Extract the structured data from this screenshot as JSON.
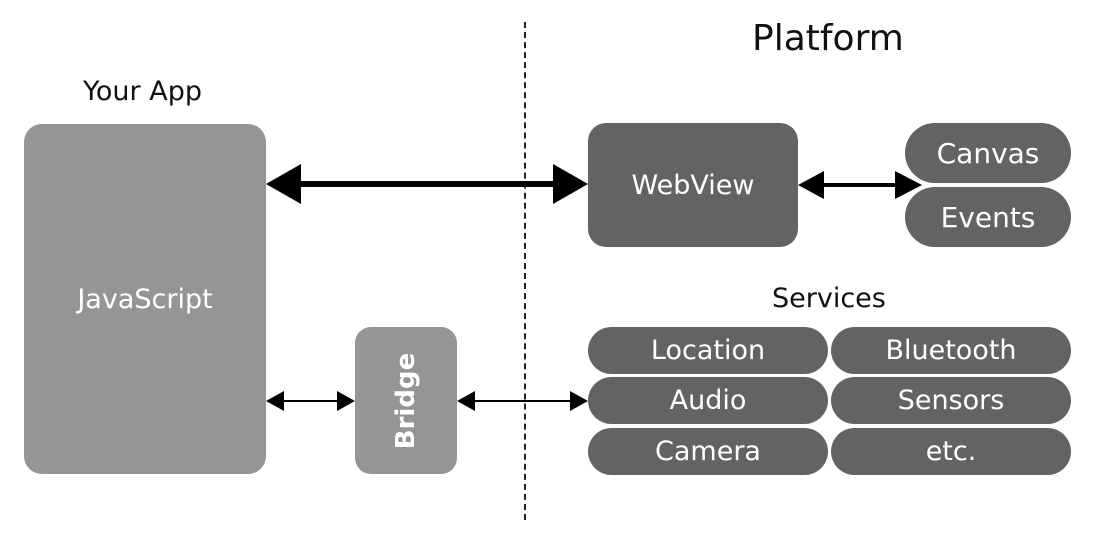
{
  "platform_title": "Platform",
  "app_title": "Your App",
  "javascript_label": "JavaScript",
  "bridge_label": "Bridge",
  "webview_label": "WebView",
  "webview_children": [
    "Canvas",
    "Events"
  ],
  "services_title": "Services",
  "services": [
    "Location",
    "Bluetooth",
    "Audio",
    "Sensors",
    "Camera",
    "etc."
  ],
  "colors": {
    "app_box": "#959595",
    "platform_box": "#636363",
    "line": "#000000"
  }
}
